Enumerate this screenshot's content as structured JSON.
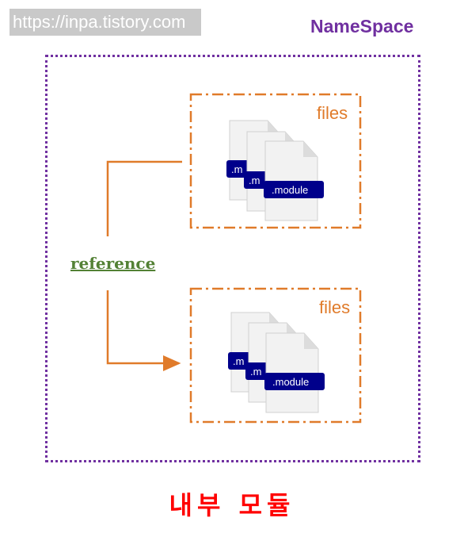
{
  "watermark": "https://inpa.tistory.com",
  "namespace_label": "NameSpace",
  "reference_label": "reference",
  "title": "내부 모듈",
  "groups": [
    {
      "label": "files",
      "file_labels": [
        ".m",
        ".m",
        ".module"
      ]
    },
    {
      "label": "files",
      "file_labels": [
        ".m",
        ".m",
        ".module"
      ]
    }
  ],
  "colors": {
    "namespace": "#7030a0",
    "files_box": "#e07b2a",
    "reference": "#538135",
    "title": "#ff0000",
    "file_badge": "#00008b"
  }
}
